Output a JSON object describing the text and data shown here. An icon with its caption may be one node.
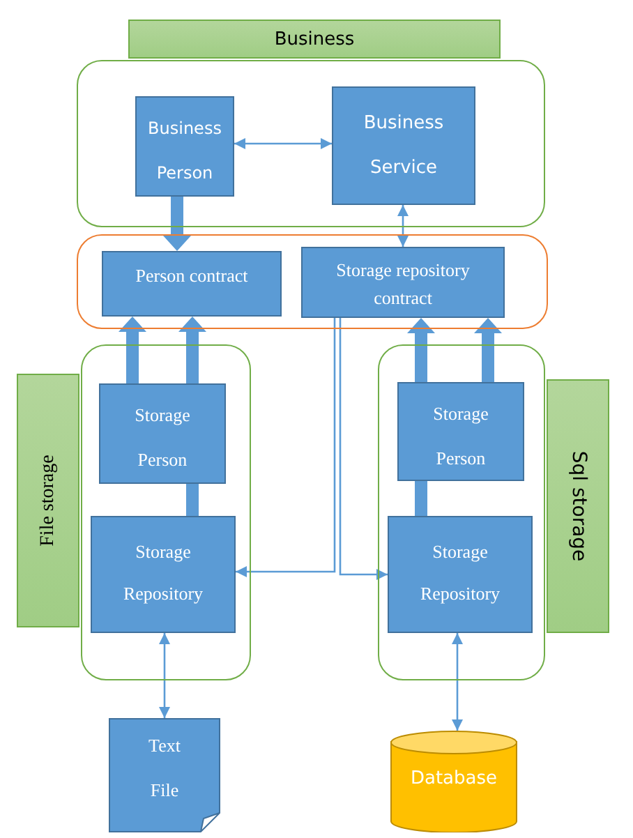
{
  "diagram": {
    "nodes": [
      {
        "text": [
          "Business"
        ]
      },
      {
        "text": [],
        "shape": "box"
      },
      {
        "text": [
          "Business Person"
        ],
        "in": 1
      },
      {
        "text": [
          "Business Service"
        ],
        "in": 1
      },
      {
        "text": [],
        "shape": "box"
      },
      {
        "text": [
          "Person contract"
        ],
        "in": 4
      },
      {
        "text": [
          "Storage repository contract"
        ],
        "in": 4
      },
      {
        "text": [
          "File storage"
        ]
      },
      {
        "text": [],
        "shape": "box"
      },
      {
        "text": [
          "Storage Person"
        ],
        "in": 8
      },
      {
        "text": [
          "Storage Repository"
        ],
        "in": 8
      },
      {
        "text": [],
        "shape": "box"
      },
      {
        "text": [
          "Storage Person"
        ],
        "in": 11
      },
      {
        "text": [
          "Storage Repository"
        ],
        "in": 11
      },
      {
        "text": [
          "Sql storage"
        ]
      },
      {
        "text": [
          "Text File"
        ]
      },
      {
        "text": [
          "Database"
        ]
      }
    ],
    "edges": [
      {
        "from": 2,
        "to": 3,
        "arrow": "both"
      },
      {
        "from": 2,
        "to": 5,
        "arrow": "to",
        "style": "thick"
      },
      {
        "from": 3,
        "to": 6,
        "arrow": "both"
      },
      {
        "from": 9,
        "to": 5,
        "arrow": "to",
        "style": "thick"
      },
      {
        "from": 9,
        "to": 5,
        "arrow": "to",
        "style": "thick"
      },
      {
        "from": 10,
        "to": 9,
        "arrow": "none",
        "style": "thick"
      },
      {
        "from": 12,
        "to": 6,
        "arrow": "to",
        "style": "thick"
      },
      {
        "from": 13,
        "to": 12,
        "arrow": "none",
        "style": "thick"
      },
      {
        "from": 12,
        "to": 6,
        "arrow": "to",
        "style": "thick"
      },
      {
        "from": 6,
        "to": 10,
        "arrow": "to"
      },
      {
        "from": 6,
        "to": 13,
        "arrow": "to"
      },
      {
        "from": 10,
        "to": 15,
        "arrow": "both"
      },
      {
        "from": 13,
        "to": 16,
        "arrow": "both"
      }
    ]
  }
}
